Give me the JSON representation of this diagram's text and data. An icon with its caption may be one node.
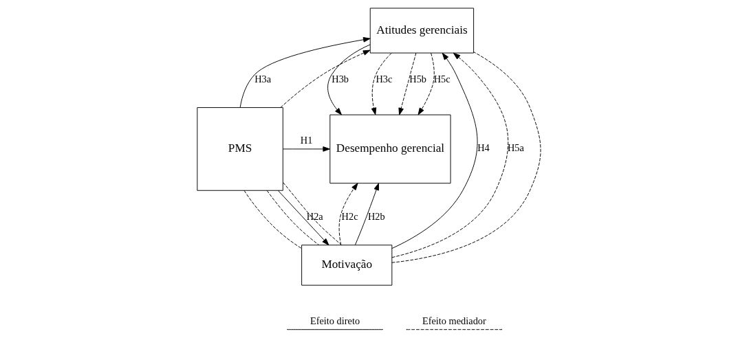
{
  "diagram": {
    "nodes": [
      {
        "text": [
          "Atitudes gerenciais"
        ]
      },
      {
        "text": [
          "PMS"
        ]
      },
      {
        "text": [
          "Desempenho gerencial"
        ]
      },
      {
        "text": [
          "Motivação"
        ]
      }
    ],
    "edges": [
      {
        "from": 1,
        "to": 0,
        "arrow": "to",
        "label": "H3a"
      },
      {
        "from": 1,
        "to": 2,
        "arrow": "to",
        "label": "H1"
      },
      {
        "from": 1,
        "to": 3,
        "arrow": "to",
        "label": "H2a"
      },
      {
        "from": 3,
        "to": 0,
        "arrow": "to",
        "label": "H4"
      },
      {
        "from": 0,
        "to": 2,
        "arrow": "to",
        "label": "H3b"
      },
      {
        "from": 3,
        "to": 2,
        "arrow": "to",
        "label": "H2b"
      },
      {
        "from": 1,
        "to": 0,
        "arrow": "to",
        "style": "dashed"
      },
      {
        "from": 0,
        "to": 2,
        "arrow": "to",
        "style": "dashed",
        "label": "H3c"
      },
      {
        "from": 0,
        "to": 2,
        "arrow": "to",
        "style": "dashed",
        "label": "H5b"
      },
      {
        "from": 0,
        "to": 2,
        "arrow": "to",
        "style": "dashed",
        "label": "H5c"
      },
      {
        "from": 3,
        "to": 0,
        "arrow": "to",
        "style": "dashed",
        "label": "H5a"
      },
      {
        "from": 3,
        "to": 0,
        "arrow": "none",
        "style": "dashed"
      },
      {
        "from": 1,
        "to": 3,
        "arrow": "none",
        "style": "dashed"
      },
      {
        "from": 1,
        "to": 3,
        "arrow": "none",
        "style": "dashed"
      },
      {
        "from": 1,
        "to": 3,
        "arrow": "none",
        "style": "dashed"
      },
      {
        "from": 3,
        "to": 2,
        "arrow": "to",
        "style": "dashed",
        "label": "H2c"
      }
    ],
    "legend": [
      {
        "text": "Efeito direto"
      },
      {
        "text": "Efeito mediador"
      }
    ]
  }
}
